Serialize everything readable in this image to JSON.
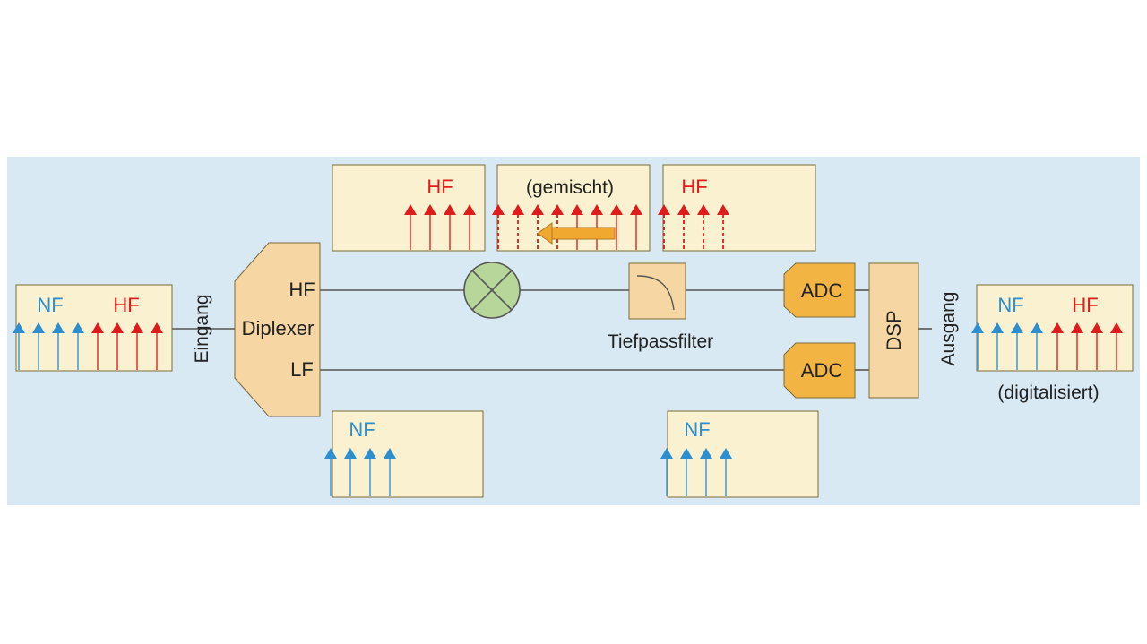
{
  "colors": {
    "panel_bg": "#d9e9f4",
    "box_fill": "#f9f1cf",
    "box_stroke": "#7a6a3a",
    "block_fill": "#f6d6a2",
    "adc_fill": "#f2b544",
    "mixer_fill": "#b7d79a",
    "nf_blue": "#2d8fd0",
    "hf_red": "#e01b1b",
    "arrow_orange": "#f0a830",
    "line": "#555555"
  },
  "labels": {
    "input": "Eingang",
    "output": "Ausgang",
    "diplexer": "Diplexer",
    "diplexer_hf": "HF",
    "diplexer_lf": "LF",
    "lowpass": "Tiefpassfilter",
    "adc_top": "ADC",
    "adc_bottom": "ADC",
    "dsp": "DSP"
  },
  "spectra": {
    "input": {
      "nf_label": "NF",
      "hf_label": "HF"
    },
    "hf_band": {
      "label": "HF"
    },
    "mixed": {
      "label": "(gemischt)"
    },
    "hf_shifted": {
      "label": "HF"
    },
    "nf_lower_left": {
      "label": "NF"
    },
    "nf_lower_right": {
      "label": "NF"
    },
    "output": {
      "nf_label": "NF",
      "hf_label": "HF",
      "caption": "(digitalisiert)"
    }
  },
  "icons": {
    "mixer": "mixer-cross-icon",
    "lowpass": "lowpass-curve-icon",
    "shift": "shift-left-arrow-icon"
  }
}
